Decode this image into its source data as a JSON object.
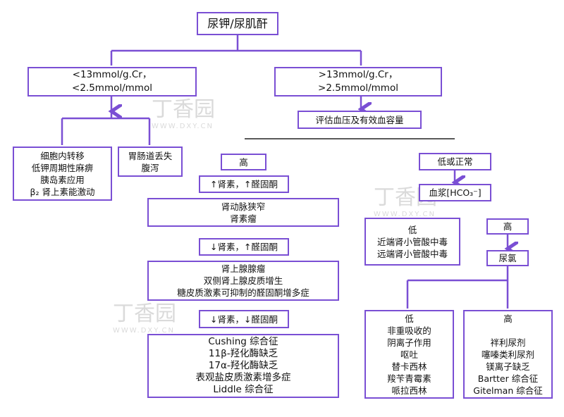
{
  "watermark": {
    "name": "丁香园",
    "url": "WWW.DXY.CN"
  },
  "root": "尿钾/尿肌酐",
  "low_branch": {
    "label": [
      "<13mmol/g.Cr，",
      "<2.5mmol/mmol"
    ],
    "causes_a": [
      "细胞内转移",
      "低钾周期性麻痹",
      "胰岛素应用",
      "β₂ 肾上素能激动"
    ],
    "causes_b": [
      "胃肠道丢失",
      "腹泻"
    ]
  },
  "high_branch": {
    "label": [
      ">13mmol/g.Cr，",
      ">2.5mmol/mmol"
    ],
    "assess": "评估血压及有效血容量",
    "bp_high": {
      "label": "高",
      "r1": "↑肾素，↑醛固酮",
      "r1_causes": [
        "肾动脉狭窄",
        "肾素瘤"
      ],
      "r2": "↓肾素，↑醛固酮",
      "r2_causes": [
        "肾上腺腺瘤",
        "双侧肾上腺皮质增生",
        "糖皮质激素可抑制的醛固酮增多症"
      ],
      "r3": "↓肾素，↓醛固酮",
      "r3_causes": [
        "Cushing 综合征",
        "11β-羟化酶缺乏",
        "17α-羟化酶缺乏",
        "表观盐皮质激素增多症",
        "Liddle 综合征"
      ]
    },
    "bp_low": {
      "label": "低或正常",
      "hco3": "血浆[HCO₃⁻]",
      "hco3_low": [
        "低",
        "近端肾小管酸中毒",
        "远端肾小管酸中毒"
      ],
      "hco3_high": "高",
      "urine_cl": "尿氯",
      "cl_low": [
        "低",
        "非重吸收的",
        "阴离子作用",
        "呕吐",
        "替卡西林",
        "羧苄青霉素",
        "哌拉西林"
      ],
      "cl_high": [
        "高",
        "",
        "袢利尿剂",
        "噻嗪类利尿剂",
        "镁离子缺乏",
        "Bartter 综合征",
        "Gitelman 综合征"
      ]
    }
  }
}
